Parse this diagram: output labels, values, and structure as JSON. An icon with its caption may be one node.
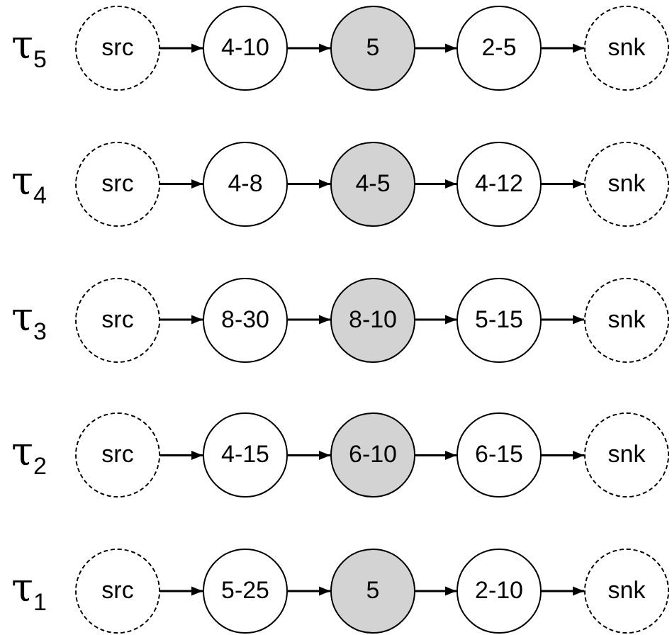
{
  "diagram": {
    "nodes": [
      {
        "text": [
          "src"
        ]
      },
      {
        "text": [
          "4-10"
        ]
      },
      {
        "text": [
          "5"
        ]
      },
      {
        "text": [
          "2-5"
        ]
      },
      {
        "text": [
          "snk"
        ]
      },
      {
        "text": [
          "src"
        ]
      },
      {
        "text": [
          "4-8"
        ]
      },
      {
        "text": [
          "4-5"
        ]
      },
      {
        "text": [
          "4-12"
        ]
      },
      {
        "text": [
          "snk"
        ]
      },
      {
        "text": [
          "src"
        ]
      },
      {
        "text": [
          "8-30"
        ]
      },
      {
        "text": [
          "8-10"
        ]
      },
      {
        "text": [
          "5-15"
        ]
      },
      {
        "text": [
          "snk"
        ]
      },
      {
        "text": [
          "src"
        ]
      },
      {
        "text": [
          "4-15"
        ]
      },
      {
        "text": [
          "6-10"
        ]
      },
      {
        "text": [
          "6-15"
        ]
      },
      {
        "text": [
          "snk"
        ]
      },
      {
        "text": [
          "src"
        ]
      },
      {
        "text": [
          "5-25"
        ]
      },
      {
        "text": [
          "5"
        ]
      },
      {
        "text": [
          "2-10"
        ]
      },
      {
        "text": [
          "snk"
        ]
      }
    ],
    "edges": [
      {
        "from": 0,
        "to": 1,
        "arrow": "to"
      },
      {
        "from": 1,
        "to": 2,
        "arrow": "to"
      },
      {
        "from": 2,
        "to": 3,
        "arrow": "to"
      },
      {
        "from": 3,
        "to": 4,
        "arrow": "to"
      },
      {
        "from": 5,
        "to": 6,
        "arrow": "to"
      },
      {
        "from": 6,
        "to": 7,
        "arrow": "to"
      },
      {
        "from": 7,
        "to": 8,
        "arrow": "to"
      },
      {
        "from": 8,
        "to": 9,
        "arrow": "to"
      },
      {
        "from": 10,
        "to": 11,
        "arrow": "to"
      },
      {
        "from": 11,
        "to": 12,
        "arrow": "to"
      },
      {
        "from": 12,
        "to": 13,
        "arrow": "to"
      },
      {
        "from": 13,
        "to": 14,
        "arrow": "to"
      },
      {
        "from": 15,
        "to": 16,
        "arrow": "to"
      },
      {
        "from": 16,
        "to": 17,
        "arrow": "to"
      },
      {
        "from": 17,
        "to": 18,
        "arrow": "to"
      },
      {
        "from": 18,
        "to": 19,
        "arrow": "to"
      },
      {
        "from": 20,
        "to": 21,
        "arrow": "to"
      },
      {
        "from": 21,
        "to": 22,
        "arrow": "to"
      },
      {
        "from": 22,
        "to": 23,
        "arrow": "to"
      },
      {
        "from": 23,
        "to": 24,
        "arrow": "to"
      }
    ],
    "labels": [
      "τ$_{5}$",
      "τ$_{4}$",
      "τ$_{3}$",
      "τ$_{2}$",
      "τ$_{1}$"
    ]
  }
}
